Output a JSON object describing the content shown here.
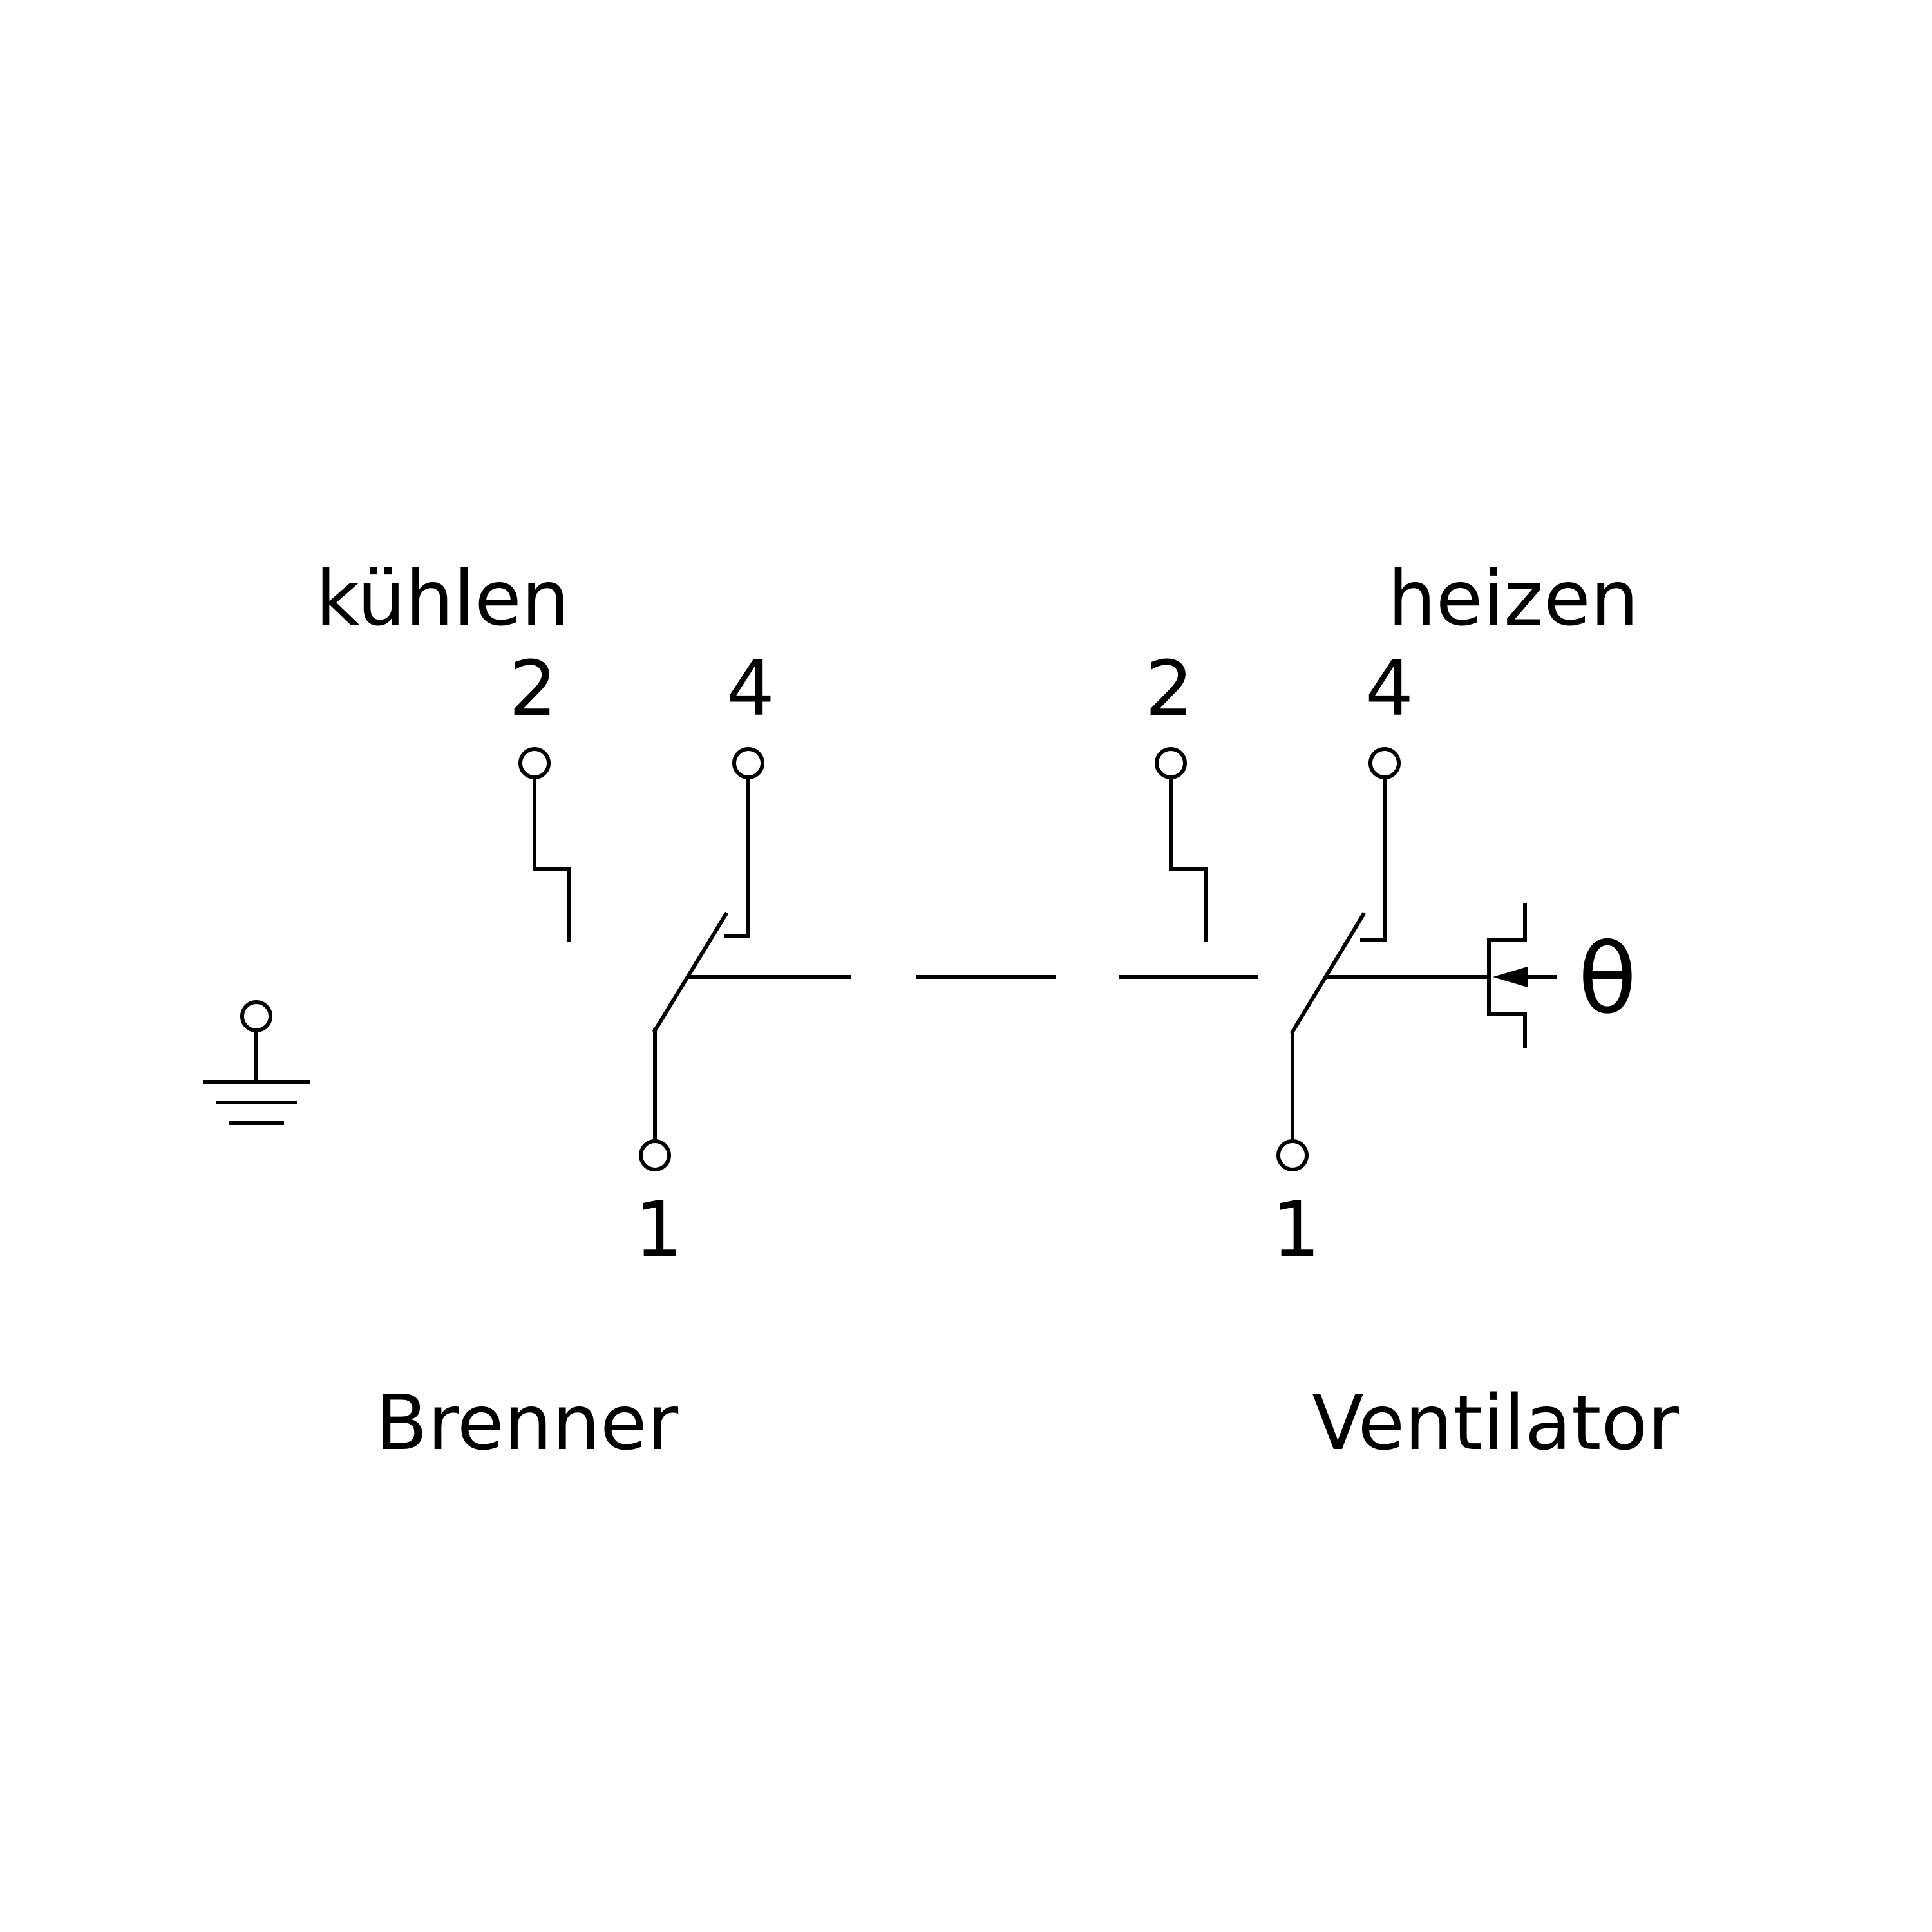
{
  "labels": {
    "kuehlen": "kühlen",
    "heizen": "heizen",
    "brenner": "Brenner",
    "ventilator": "Ventilator",
    "theta": "θ"
  },
  "terminals": {
    "left": {
      "t2": "2",
      "t4": "4",
      "t1": "1"
    },
    "right": {
      "t2": "2",
      "t4": "4",
      "t1": "1"
    }
  },
  "symbols": [
    "ground-symbol",
    "changeover-contact",
    "mechanical-link",
    "temperature-actuator"
  ]
}
